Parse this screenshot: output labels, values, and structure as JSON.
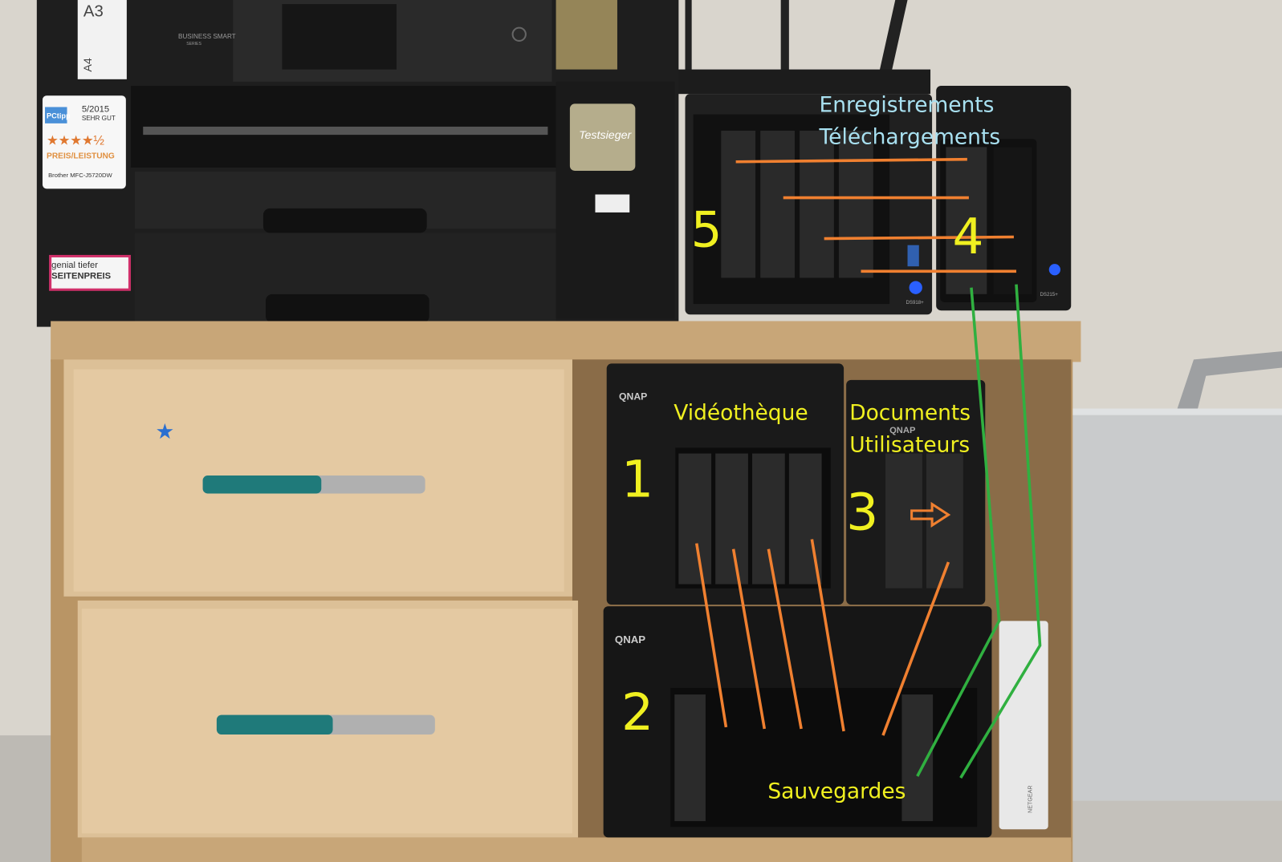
{
  "printer": {
    "paper_a3": "A3",
    "paper_a4": "A4",
    "series": "BUSINESS SMART",
    "series_sub": "SERIES",
    "award_brand": "PCtipp",
    "award_date": "5/2015",
    "award_grade": "SEHR GUT",
    "award_stars": "★★★★½",
    "award_category": "PREIS/LEISTUNG",
    "model": "Brother MFC-J5720DW",
    "sticker_testsieger": "Testsieger",
    "sticker_price_1": "genial tiefer",
    "sticker_price_2": "SEITENPREIS"
  },
  "devices": {
    "ds918_model": "DS918+",
    "ds215_model": "DS215+",
    "qnap_brand_1": "QNAP",
    "qnap_brand_2": "QNAP",
    "qnap_brand_3": "QNAP",
    "switch_brand": "NETGEAR"
  },
  "annotations": {
    "nas_5_number": "5",
    "nas_4_number": "4",
    "nas_1_number": "1",
    "nas_2_number": "2",
    "nas_3_number": "3",
    "top_label_1": "Enregistrements",
    "top_label_2": "Téléchargements",
    "nas_1_label": "Vidéothèque",
    "nas_3_label_1": "Documents",
    "nas_3_label_2": "Utilisateurs",
    "nas_2_label": "Sauvegardes"
  },
  "colors": {
    "orange_line": "#f08030",
    "green_line": "#30b040",
    "yellow_text": "#f0f020",
    "cyan_text": "#a8e0f0"
  }
}
